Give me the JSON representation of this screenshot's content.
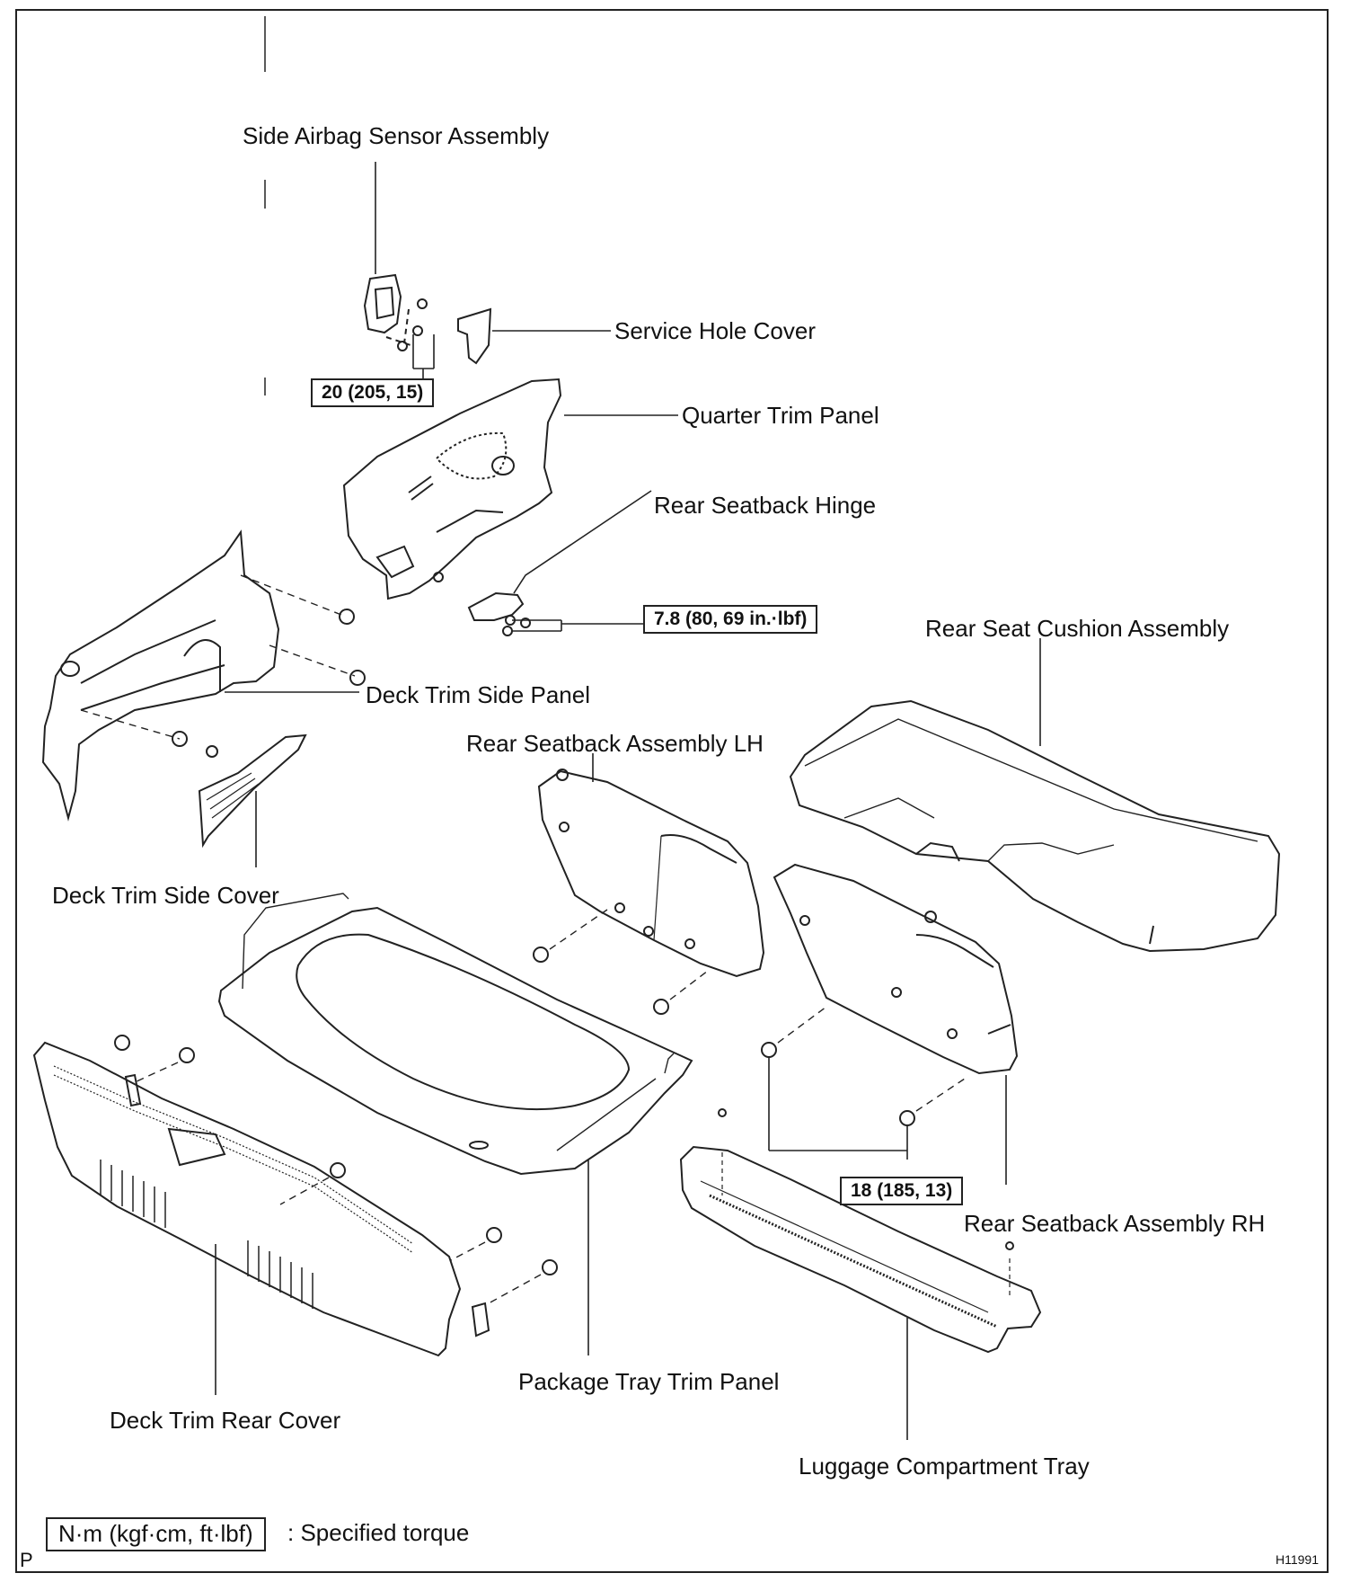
{
  "labels": {
    "side_airbag_sensor": "Side Airbag Sensor Assembly",
    "service_hole_cover": "Service Hole Cover",
    "quarter_trim_panel": "Quarter Trim Panel",
    "rear_seatback_hinge": "Rear Seatback Hinge",
    "rear_seat_cushion": "Rear Seat Cushion Assembly",
    "deck_trim_side_panel": "Deck Trim Side Panel",
    "rear_seatback_lh": "Rear Seatback Assembly LH",
    "deck_trim_side_cover": "Deck Trim Side Cover",
    "rear_seatback_rh": "Rear Seatback Assembly RH",
    "package_tray": "Package Tray Trim Panel",
    "deck_trim_rear_cover": "Deck Trim Rear Cover",
    "luggage_tray": "Luggage Compartment Tray"
  },
  "torques": {
    "airbag_sensor": "20 (205, 15)",
    "hinge": "7.8 (80, 69 in.·lbf)",
    "seatback": "18 (185, 13)"
  },
  "legend": {
    "box": "N·m (kgf·cm, ft·lbf)",
    "text": ": Specified torque"
  },
  "corner_letter": "P",
  "figure_code": "H11991"
}
